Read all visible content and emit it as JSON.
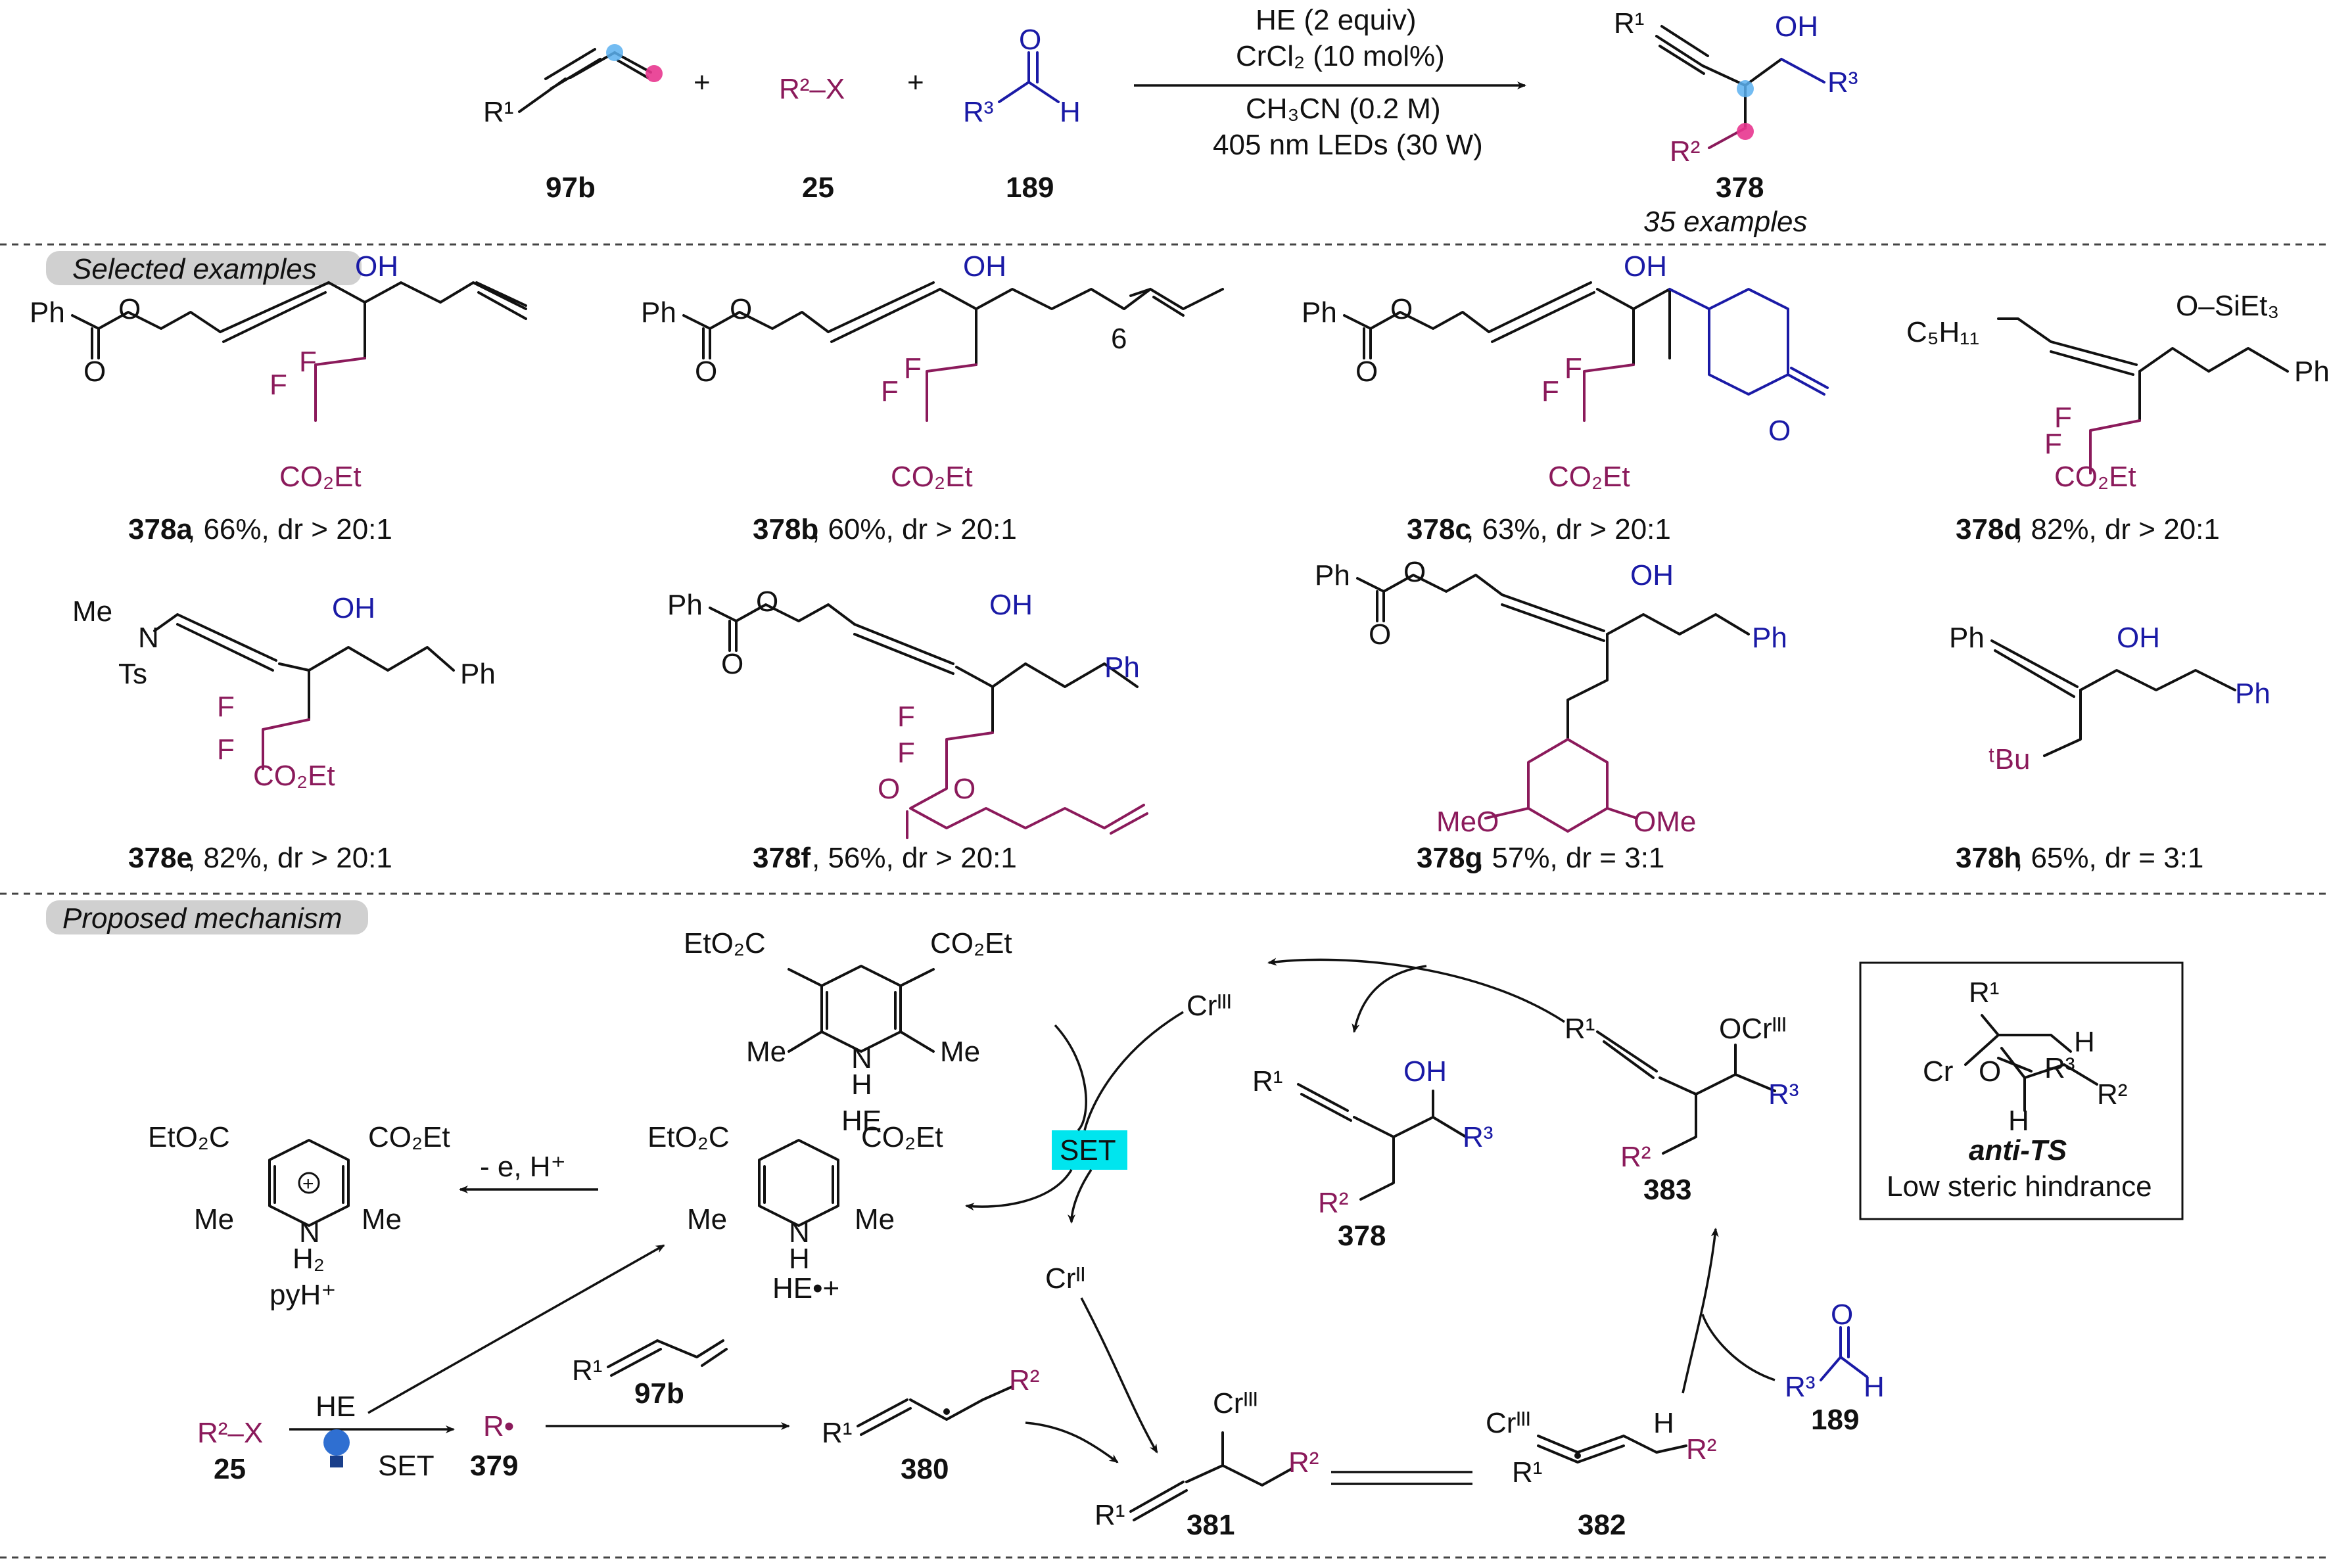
{
  "reaction": {
    "reagent_1_label": "97b",
    "reagent_2_formula": "R²–X",
    "reagent_2_label": "25",
    "reagent_3_label": "189",
    "plus": "+",
    "conditions_line1": "HE (2 equiv)",
    "conditions_line2": "CrCl₂ (10 mol%)",
    "conditions_line3": "CH₃CN (0.2 M)",
    "conditions_line4": "405 nm LEDs (30 W)",
    "product_label": "378",
    "product_note": "35 examples"
  },
  "sections": {
    "selected_examples": "Selected examples",
    "proposed_mechanism": "Proposed mechanism"
  },
  "examples": [
    {
      "id": "378a",
      "caption": ", 66%, dr > 20:1"
    },
    {
      "id": "378b",
      "caption": ", 60%, dr > 20:1"
    },
    {
      "id": "378c",
      "caption": ", 63%, dr > 20:1"
    },
    {
      "id": "378d",
      "caption": ", 82%, dr > 20:1"
    },
    {
      "id": "378e",
      "caption": ", 82%, dr > 20:1"
    },
    {
      "id": "378f",
      "caption": ", 56%, dr > 20:1"
    },
    {
      "id": "378g",
      "caption": ", 57%, dr = 3:1"
    },
    {
      "id": "378h",
      "caption": ", 65%, dr = 3:1"
    }
  ],
  "groups": {
    "ph": "Ph",
    "o": "O",
    "oh": "OH",
    "f": "F",
    "co2et": "CO₂Et",
    "c5h11": "C₅H₁₁",
    "osiet3": "O–SiEt₃",
    "me": "Me",
    "n": "N",
    "ts": "Ts",
    "meo": "MeO",
    "ome": "OMe",
    "tbu": "ᵗBu",
    "six": "6",
    "h": "H",
    "r1": "R¹",
    "r2": "R²",
    "r3": "R³"
  },
  "mechanism": {
    "he_label": "HE",
    "he_radical_cation": "HE•+",
    "pyh_label": "pyH⁺",
    "etO2C": "EtO₂C",
    "co2et": "CO₂Et",
    "nh": "N\nH",
    "cr3": "Crᴵᴵᴵ",
    "cr2": "Crᴵᴵ",
    "ocr3": "OCrᴵᴵᴵ",
    "set_badge": "SET",
    "minus_e": "- e, H⁺",
    "he_arrow": "HE",
    "set_text": "SET",
    "r2x": "R²–X",
    "label_25": "25",
    "label_379": "379",
    "label_97b": "97b",
    "label_380": "380",
    "label_381": "381",
    "label_382": "382",
    "label_383": "383",
    "label_378": "378",
    "label_189": "189",
    "r_radical": "R•",
    "ts_title": "anti-TS",
    "ts_subtitle": "Low steric hindrance",
    "ts_cr": "Cr",
    "h2": "H₂"
  },
  "colors": {
    "purple": "#8b1a5b",
    "blue": "#1a1aa6",
    "set_badge": "#00e5ee",
    "pink_dot": "#e8368f",
    "blue_dot": "#5ab0f0",
    "label_box": "#d0d0d0"
  }
}
